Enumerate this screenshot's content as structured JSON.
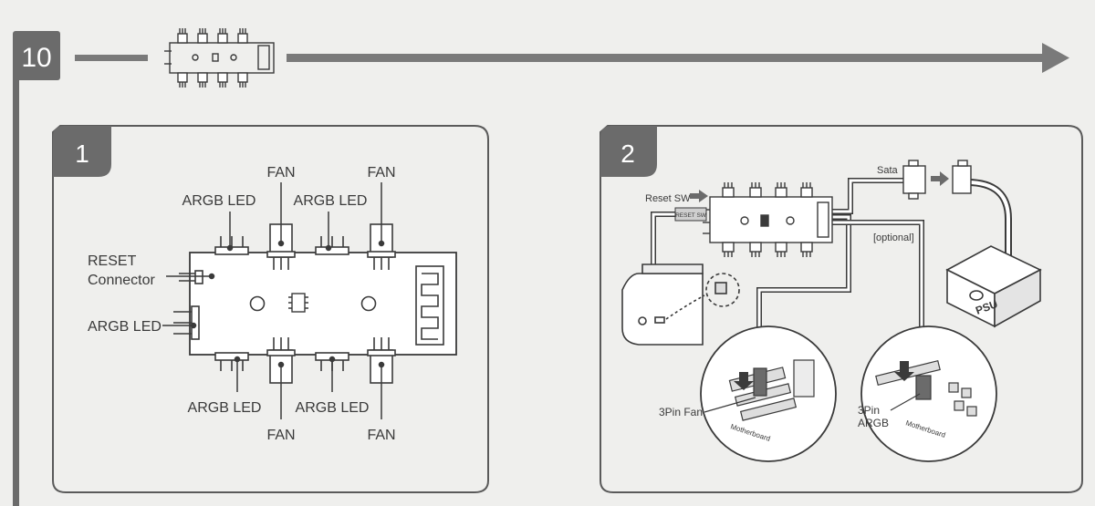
{
  "step": {
    "number": "10"
  },
  "panel1": {
    "number": "1",
    "labels": {
      "fan_top_left": "FAN",
      "fan_top_right": "FAN",
      "argb_top_left": "ARGB LED",
      "argb_top_mid": "ARGB LED",
      "reset_line1": "RESET",
      "reset_line2": "Connector",
      "argb_left": "ARGB LED",
      "argb_bottom_left": "ARGB LED",
      "argb_bottom_mid": "ARGB LED",
      "fan_bottom_left": "FAN",
      "fan_bottom_right": "FAN"
    }
  },
  "panel2": {
    "number": "2",
    "labels": {
      "reset_sw": "Reset SW",
      "reset_sw_tag": "RESET SW",
      "sata": "Sata",
      "optional": "[optional]",
      "psu": "PSU",
      "pin3_fan": "3Pin Fan",
      "pin3_argb_line1": "3Pin",
      "pin3_argb_line2": "ARGB",
      "motherboard_fan": "Motherboard",
      "motherboard_argb": "Motherboard"
    }
  },
  "colors": {
    "ink": "#3a3a3a",
    "badge": "#6b6b6b",
    "panel_border": "#5a5a5a",
    "bar": "#7a7a7a"
  }
}
